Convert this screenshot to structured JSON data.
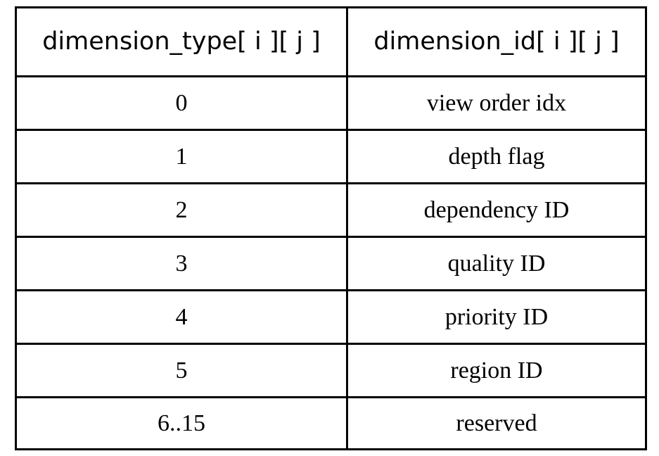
{
  "table": {
    "columns": [
      {
        "key": "dimension_type",
        "header": "dimension_type[ i ][ j ]"
      },
      {
        "key": "dimension_id",
        "header": "dimension_id[ i ][ j ]"
      }
    ],
    "rows": [
      {
        "dimension_type": "0",
        "dimension_id": "view order idx"
      },
      {
        "dimension_type": "1",
        "dimension_id": "depth flag"
      },
      {
        "dimension_type": "2",
        "dimension_id": "dependency ID"
      },
      {
        "dimension_type": "3",
        "dimension_id": "quality ID"
      },
      {
        "dimension_type": "4",
        "dimension_id": "priority ID"
      },
      {
        "dimension_type": "5",
        "dimension_id": "region ID"
      },
      {
        "dimension_type": "6..15",
        "dimension_id": "reserved"
      }
    ]
  },
  "colors": {
    "background": "#ffffff",
    "text": "#000000",
    "border": "#000000"
  }
}
